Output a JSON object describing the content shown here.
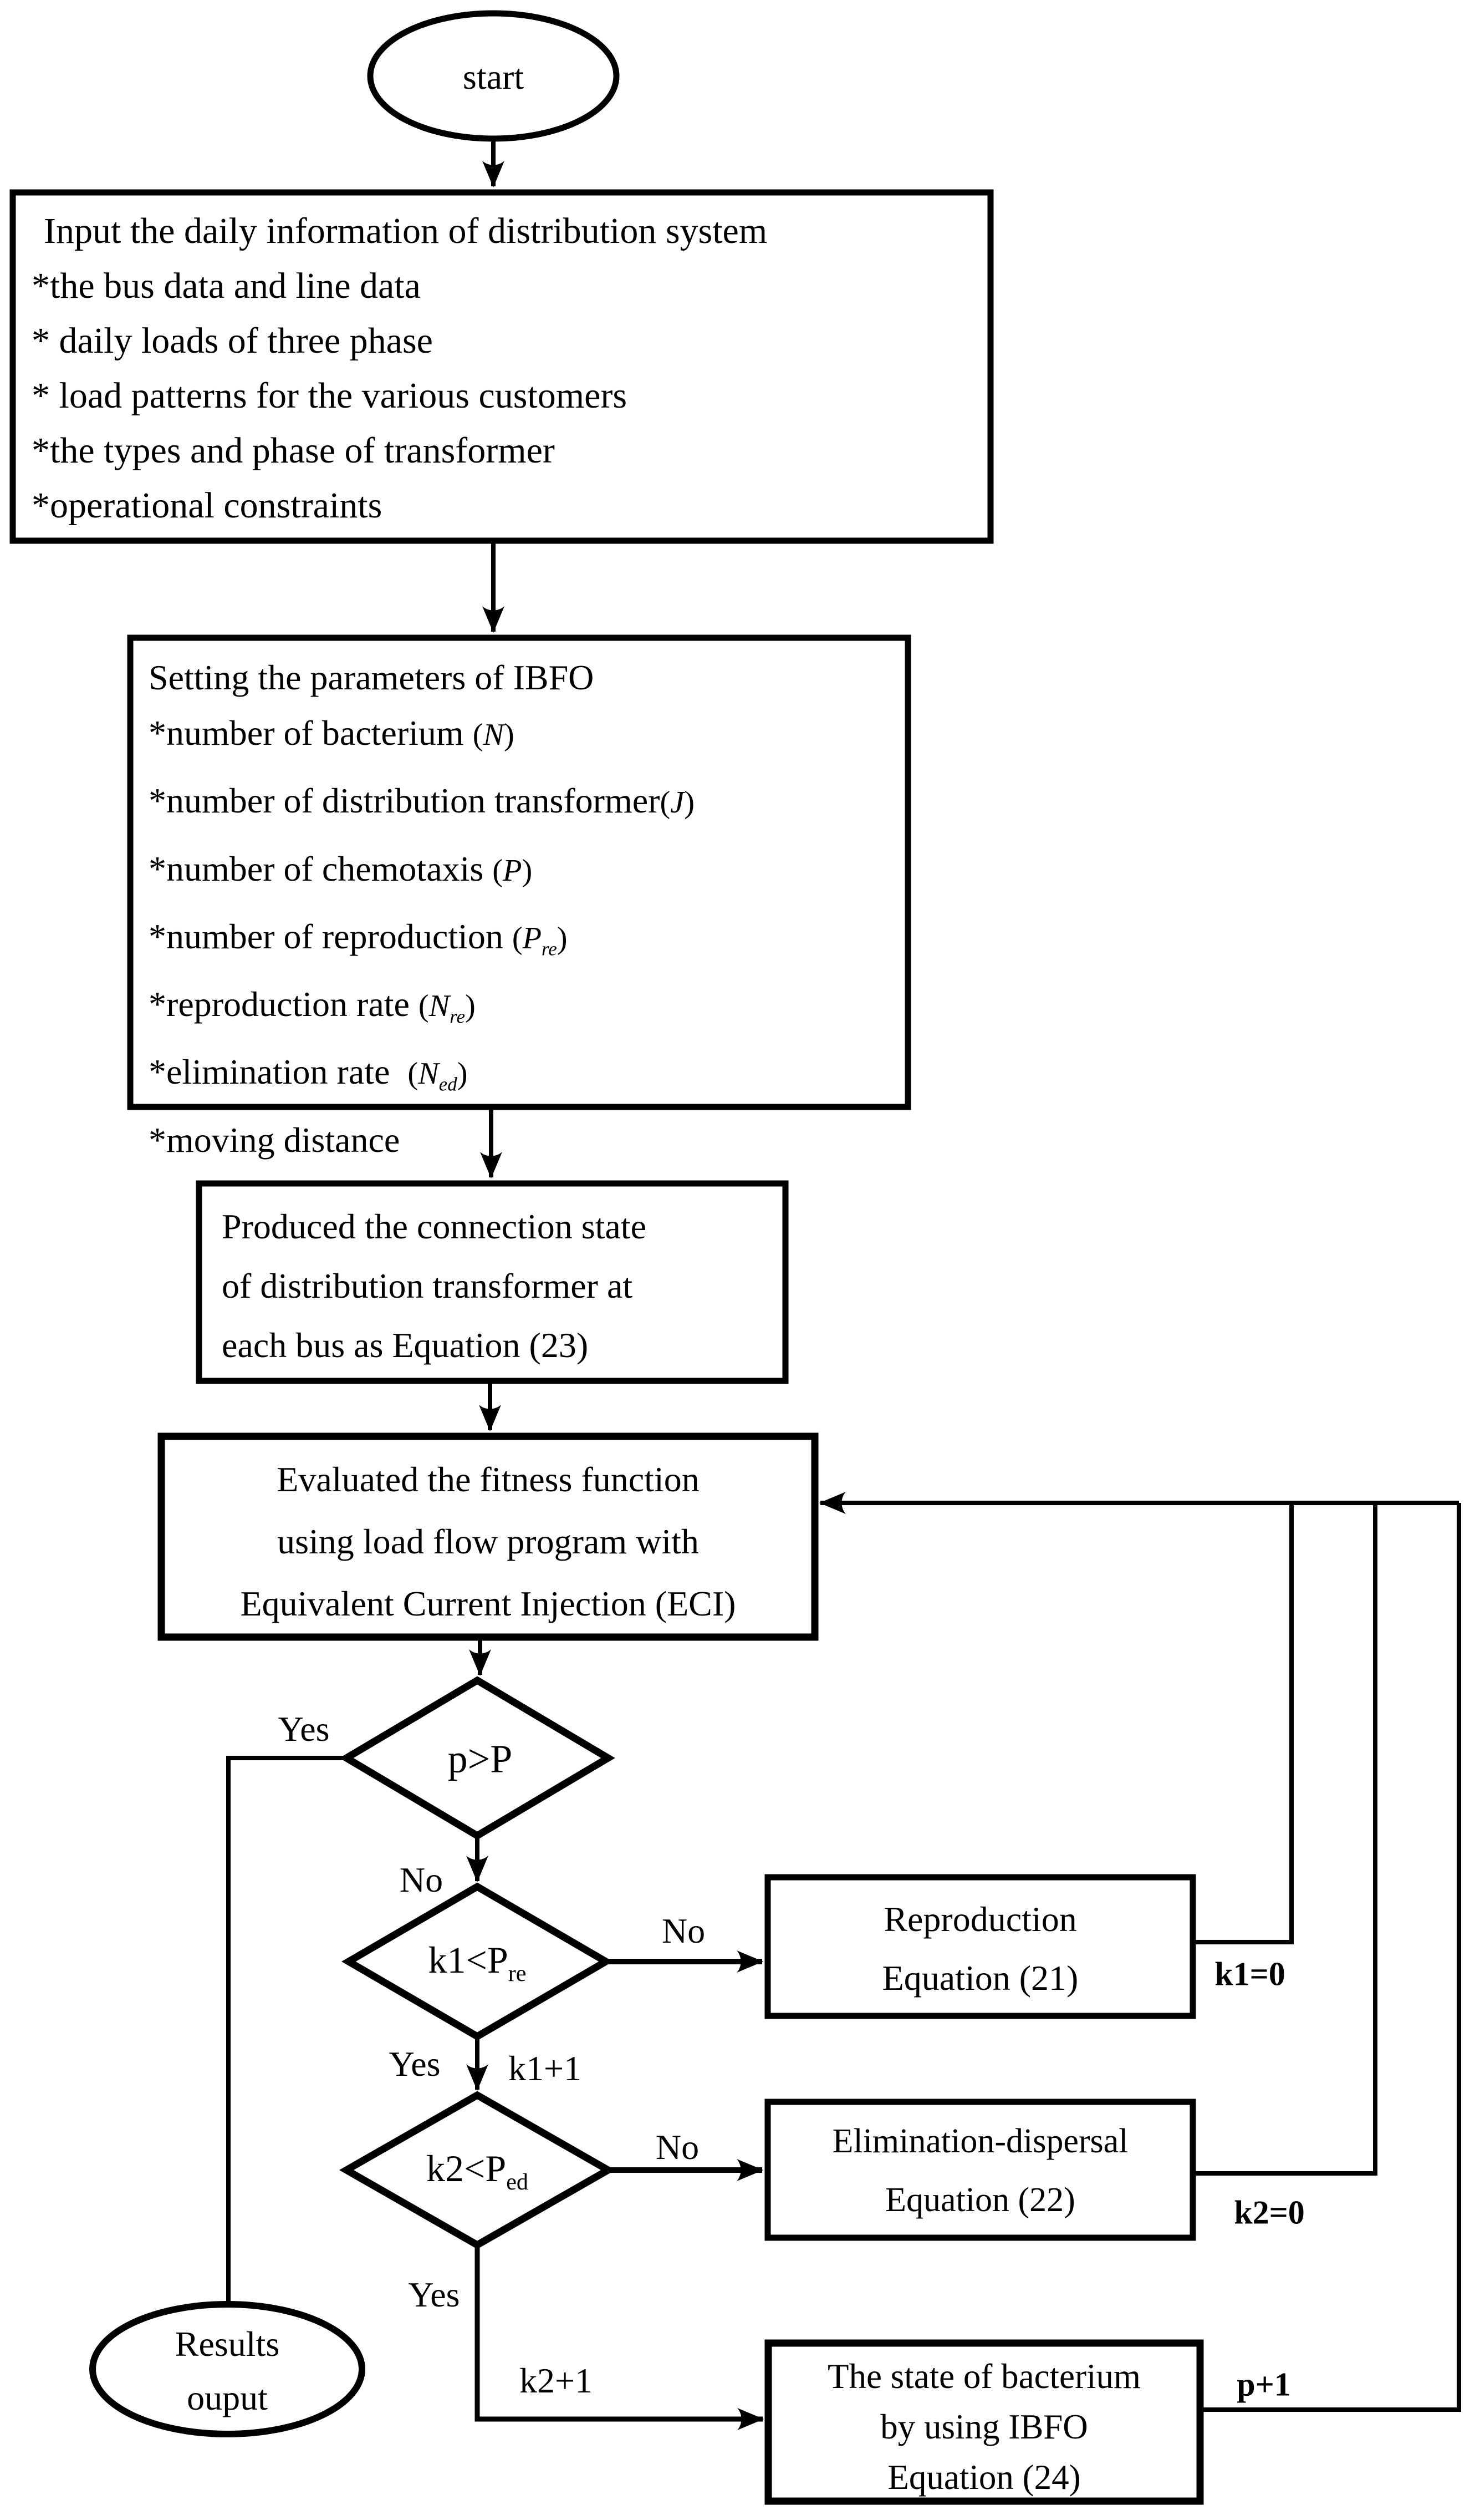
{
  "nodes": {
    "start": {
      "label": "start"
    },
    "input": {
      "lines": [
        "Input the daily information of distribution system",
        "*the bus data and line data",
        "* daily loads of three phase",
        "* load patterns for the various customers",
        "*the types and phase of transformer",
        "*operational constraints"
      ]
    },
    "params": {
      "title": "Setting the parameters of IBFO",
      "items": [
        {
          "pre": "*number of bacterium ",
          "open": "(",
          "math": "N",
          "sub": "",
          "close": ")"
        },
        {
          "pre": "*number of distribution transformer",
          "open": "(",
          "math": "J",
          "sub": "",
          "close": ")"
        },
        {
          "pre": "*number of chemotaxis ",
          "open": "(",
          "math": "P",
          "sub": "",
          "close": ")"
        },
        {
          "pre": "*number of reproduction ",
          "open": "(",
          "math": "P",
          "sub": "re",
          "close": ")"
        },
        {
          "pre": "*reproduction rate ",
          "open": "(",
          "math": "N",
          "sub": "re",
          "close": ")"
        },
        {
          "pre": "*elimination rate  ",
          "open": "(",
          "math": "N",
          "sub": "ed",
          "close": ")"
        },
        {
          "pre": "*moving distance",
          "open": "",
          "math": "",
          "sub": "",
          "close": ""
        }
      ]
    },
    "produce": {
      "lines": [
        "Produced the connection state",
        "of distribution transformer at",
        "each bus as Equation (23)"
      ]
    },
    "evaluate": {
      "lines": [
        "Evaluated the fitness function",
        "using load flow program with",
        "Equivalent Current Injection (ECI)"
      ]
    },
    "decision_p": {
      "text": "p>P"
    },
    "decision_k1": {
      "main": "k1<P",
      "sub": "re"
    },
    "decision_k2": {
      "main": "k2<P",
      "sub": "ed"
    },
    "reproduction": {
      "lines": [
        "Reproduction",
        "Equation (21)"
      ]
    },
    "elimination": {
      "lines": [
        "Elimination-dispersal",
        "Equation (22)"
      ]
    },
    "state": {
      "lines": [
        "The state of bacterium",
        "by using IBFO",
        "Equation (24)"
      ]
    },
    "results": {
      "lines": [
        "Results",
        "ouput"
      ]
    }
  },
  "edge_labels": {
    "yes1": "Yes",
    "no1": "No",
    "no2": "No",
    "yes2": "Yes",
    "k1_inc": "k1+1",
    "no3": "No",
    "yes3": "Yes",
    "k2_inc": "k2+1",
    "k1_reset": "k1=0",
    "k2_reset": "k2=0",
    "p_inc": "p+1"
  },
  "colors": {
    "ink": "#000000",
    "background": "#ffffff"
  }
}
